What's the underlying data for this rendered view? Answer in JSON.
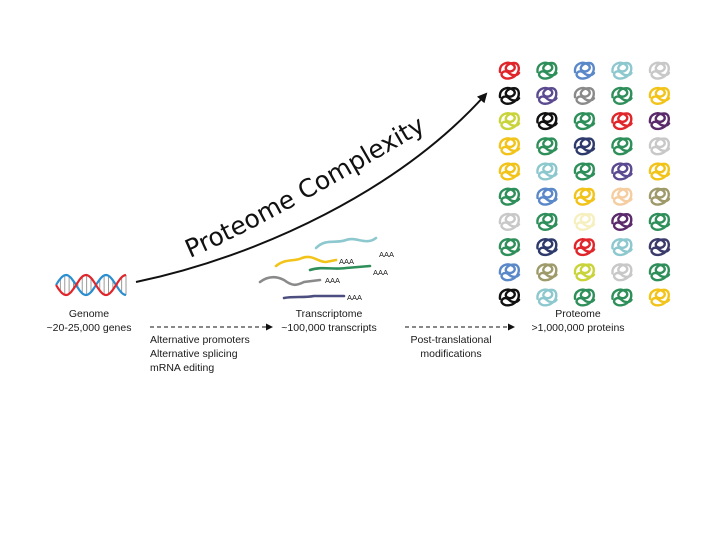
{
  "curve_title": "Proteome Complexity",
  "genome": {
    "title": "Genome",
    "subtitle": "~20-25,000 genes"
  },
  "transcriptome": {
    "title": "Transcriptome",
    "subtitle": "~100,000 transcripts"
  },
  "proteome": {
    "title": "Proteome",
    "subtitle": ">1,000,000 proteins"
  },
  "step1": {
    "lines": [
      "Alternative promoters",
      "Alternative splicing",
      "mRNA editing"
    ]
  },
  "step2": {
    "lines": [
      "Post-translational",
      "modifications"
    ]
  },
  "mrna": [
    {
      "tail": "AAA",
      "color": "#8dc8cf"
    },
    {
      "tail": "AAA",
      "color": "#f2c318"
    },
    {
      "tail": "AAA",
      "color": "#2f8f5a"
    },
    {
      "tail": "AAA",
      "color": "#8a8a8a"
    },
    {
      "tail": "AAA",
      "color": "#4d4e80"
    }
  ],
  "dna_colors": {
    "strand_a": "#e0262b",
    "strand_b": "#2a8fd1"
  },
  "protein_grid": [
    [
      "#e0262b",
      "#2f8f5a",
      "#5a88c8",
      "#8dc8cf",
      "#c8c8c8"
    ],
    [
      "#111111",
      "#5b4a90",
      "#8a8a8a",
      "#2f8f5a",
      "#f2c318"
    ],
    [
      "#c9d43a",
      "#111111",
      "#2f8f5a",
      "#e0262b",
      "#5b2a6b"
    ],
    [
      "#f2c318",
      "#2f8f5a",
      "#2e3a6b",
      "#2f8f5a",
      "#c8c8c8"
    ],
    [
      "#f2c318",
      "#8dc8cf",
      "#2f8f5a",
      "#5b4a90",
      "#f2c318"
    ],
    [
      "#2f8f5a",
      "#5a88c8",
      "#f2c318",
      "#f5cda0",
      "#9e9a6a"
    ],
    [
      "#c8c8c8",
      "#2f8f5a",
      "#f6f0c0",
      "#5b2a6b",
      "#2f8f5a"
    ],
    [
      "#2f8f5a",
      "#2e3a6b",
      "#e0262b",
      "#8dc8cf",
      "#3a3a6b"
    ],
    [
      "#5a88c8",
      "#9e9a6a",
      "#c9d43a",
      "#c8c8c8",
      "#2f8f5a"
    ],
    [
      "#111111",
      "#8dc8cf",
      "#2f8f5a",
      "#2f8f5a",
      "#f2c318"
    ]
  ]
}
